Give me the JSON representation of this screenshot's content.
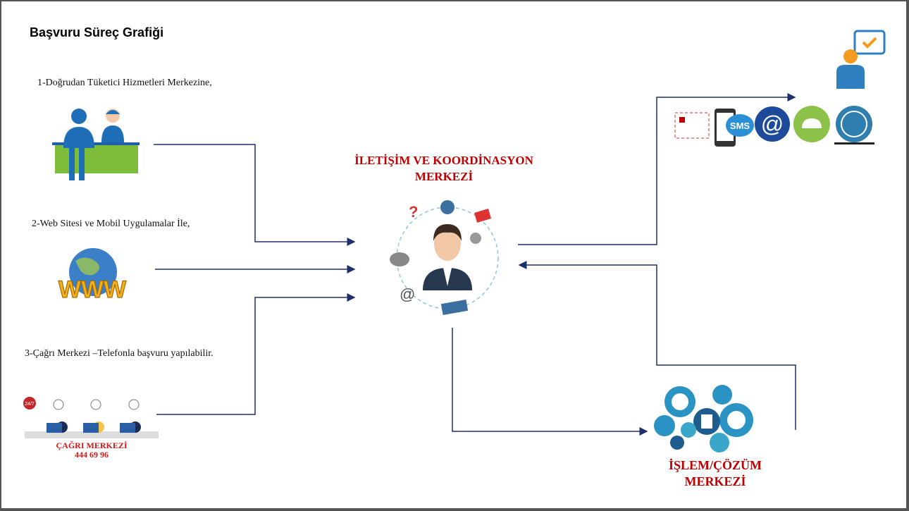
{
  "page_title": "Başvuru Süreç Grafiği",
  "channels": [
    {
      "label": "1-Doğrudan Tüketici Hizmetleri Merkezine,"
    },
    {
      "label": "2-Web Sitesi ve Mobil Uygulamalar İle,"
    },
    {
      "label": "3-Çağrı Merkezi –Telefonla başvuru yapılabilir."
    }
  ],
  "call_center": {
    "name": "ÇAĞRI MERKEZİ",
    "phone": "444 69 96",
    "badge": "24/7"
  },
  "www_text": "WWW",
  "center": {
    "line1": "İLETİŞİM VE KOORDİNASYON",
    "line2": "MERKEZİ"
  },
  "solution": {
    "line1": "İŞLEM/ÇÖZÜM",
    "line2": "MERKEZİ"
  },
  "response_channels": [
    "mail",
    "SMS",
    "@",
    "phone",
    "www"
  ],
  "colors": {
    "line": "#1f2f6b",
    "accent_red": "#c00000"
  }
}
